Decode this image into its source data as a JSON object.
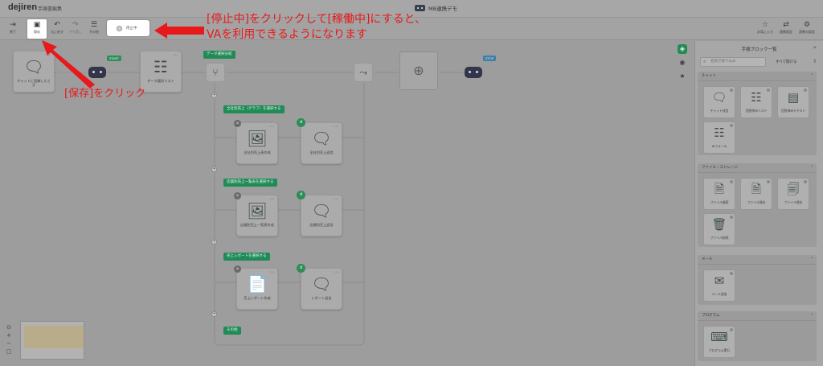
{
  "header": {
    "logo": "dejiren",
    "page_name": "手順書編集",
    "workflow_title": "MB連携デモ"
  },
  "toolbar": {
    "exit": "終了",
    "save": "保存",
    "undo": "元に戻す",
    "redo": "やり直し",
    "other": "その他",
    "status": "停止中",
    "favorites": "お気に入り",
    "process_settings": "連携設定",
    "variable_settings": "変数の設定"
  },
  "canvas": {
    "start_tag": "START",
    "end_tag": "STOP",
    "nodes": {
      "chat_received": "チャットに投稿したとき",
      "data_list": "データ選択リスト",
      "company_sales_create": "全社別売上表作成",
      "company_sales_reply": "全社別売上返信",
      "store_sales_create": "店舗別売上一覧表作成",
      "store_sales_reply": "店舗別売上返信",
      "sales_report_create": "売上レポート作成",
      "report_reply": "レポート返信"
    },
    "branches": {
      "data_branch": "データ選択分岐",
      "company": "全社別売上（グラフ）を選択する",
      "store": "店舗別売上一覧表を選択する",
      "report": "売上レポートを選択する",
      "other": "その他"
    },
    "ai_badge": "AI"
  },
  "panel": {
    "title": "手順ブロック一覧",
    "search_placeholder": "名前で絞り込み",
    "expand_all": "すべて開ける",
    "categories": [
      {
        "name": "チャット",
        "blocks": [
          "チャット送信",
          "回答済みリスト",
          "回答済みテキスト",
          "Wフォーム"
        ]
      },
      {
        "name": "ファイル・ストレージ",
        "blocks": [
          "ファイル検索",
          "ファイル保存",
          "ファイル保存",
          "ファイル削除"
        ]
      },
      {
        "name": "メール",
        "blocks": [
          "メール送信"
        ]
      },
      {
        "name": "プログラム",
        "blocks": [
          "プログラム実行"
        ]
      }
    ]
  },
  "annotations": {
    "top_line1": "[停止中]をクリックして[稼働中]にすると、",
    "top_line2": "VAを利用できるようになります",
    "save_hint": "[保存]をクリック"
  },
  "colors": {
    "accent_green": "#218b58",
    "annotation_red": "#e8191b",
    "canvas_bg": "#9d9d9d"
  }
}
